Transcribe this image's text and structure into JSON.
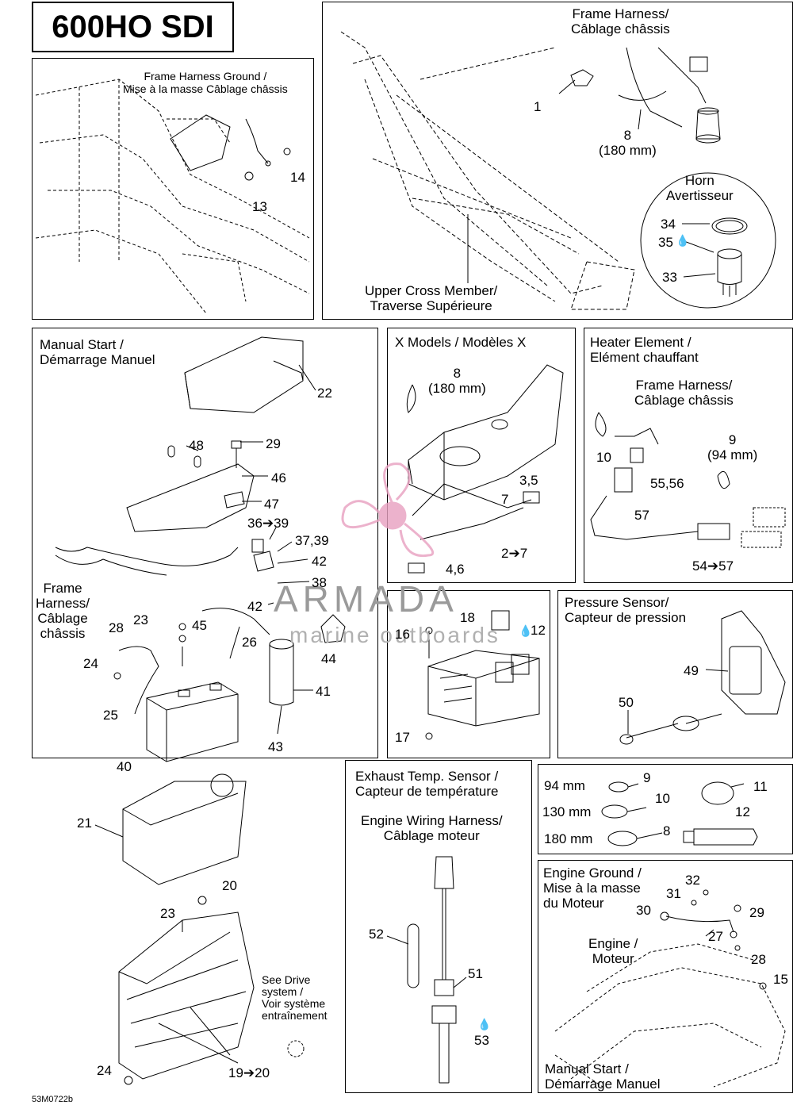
{
  "title": "600HO SDI",
  "doc_code": "53M0722b",
  "watermark": {
    "brand": "ARMADA",
    "tagline": "marine outboards"
  },
  "panels": {
    "frame_ground": {
      "label": "Frame Harness Ground /\nMise à la masse Câblage châssis",
      "parts": [
        "14",
        "13"
      ]
    },
    "frame_harness": {
      "label": "Frame Harness/\nCâblage châssis",
      "part1": "1",
      "part8": "8\n(180 mm)",
      "upper_cross": "Upper Cross Member/\nTraverse Supérieure",
      "horn": "Horn\nAvertisseur",
      "p34": "34",
      "p35": "35",
      "p33": "33"
    },
    "manual_start": {
      "label": "Manual Start /\nDémarrage Manuel",
      "frame_harness": "Frame\nHarness/\nCâblage\nchâssis",
      "see_drive": "See Drive\nsystem /\nVoir système\nentraînement",
      "parts": {
        "p22": "22",
        "p48": "48",
        "p29": "29",
        "p46": "46",
        "p47": "47",
        "p36": "36➔39",
        "p3739": "37,39",
        "p42a": "42",
        "p38": "38",
        "p42b": "42",
        "p23a": "23",
        "p28": "28",
        "p45": "45",
        "p26": "26",
        "p44": "44",
        "p24a": "24",
        "p41": "41",
        "p25": "25",
        "p43": "43",
        "p40": "40",
        "p21": "21",
        "p20": "20",
        "p23b": "23",
        "p24b": "24",
        "p1920": "19➔20"
      }
    },
    "x_models": {
      "label": "X Models / Modèles X",
      "p8": "8\n(180 mm)",
      "p35": "3,5",
      "p7": "7",
      "p27": "2➔7",
      "p46": "4,6"
    },
    "heater": {
      "label": "Heater Element /\nElément chauffant",
      "frame_harness": "Frame Harness/\nCâblage châssis",
      "p9": "9\n(94 mm)",
      "p10": "10",
      "p5556": "55,56",
      "p57": "57",
      "p5457": "54➔57"
    },
    "fuse_box": {
      "p18": "18",
      "p16": "16",
      "p12": "12",
      "p17": "17"
    },
    "pressure": {
      "label": "Pressure Sensor/\nCapteur de pression",
      "p49": "49",
      "p50": "50"
    },
    "exhaust": {
      "label": "Exhaust Temp. Sensor /\nCapteur de température",
      "harness": "Engine Wiring Harness/\nCâblage moteur",
      "p52": "52",
      "p51": "51",
      "p53": "53"
    },
    "ties": {
      "r1": "94 mm",
      "r1n": "9",
      "r2": "130 mm",
      "r2n": "10",
      "r3": "180 mm",
      "r3n": "8",
      "p11": "11",
      "p12": "12"
    },
    "engine_ground": {
      "label": "Engine Ground /\nMise à la masse\ndu Moteur",
      "engine": "Engine /\nMoteur",
      "manual": "Manual Start /\nDémarrage Manuel",
      "p32": "32",
      "p31": "31",
      "p30": "30",
      "p29": "29",
      "p27": "27",
      "p28": "28",
      "p15": "15"
    }
  },
  "colors": {
    "watermark_pink": "#e8a0c0",
    "line": "#000000"
  }
}
